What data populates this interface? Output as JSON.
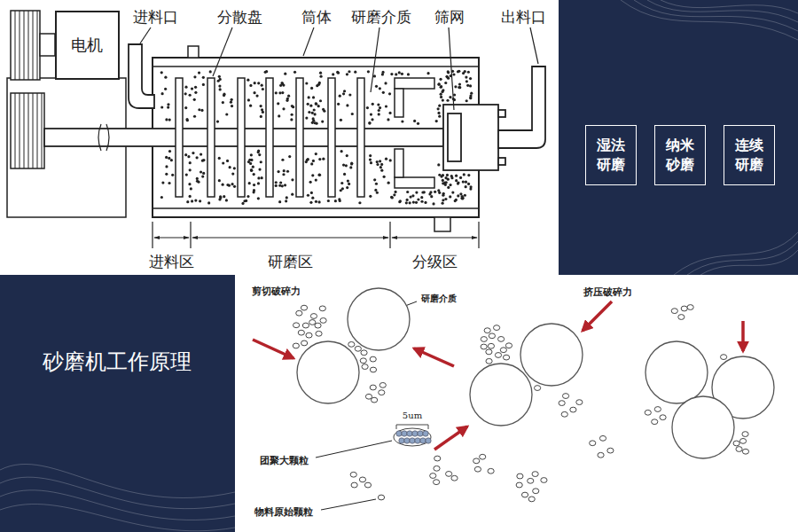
{
  "diagram": {
    "title": "砂磨机工作原理",
    "nodes": [
      {
        "text": [
          "电机"
        ]
      },
      {
        "text": [
          "湿法 研磨"
        ]
      },
      {
        "text": [
          "纳米 砂磨"
        ]
      },
      {
        "text": [
          "连续 研磨"
        ]
      }
    ],
    "labels": [
      "进料口",
      "分散盘",
      "筒体",
      "研磨介质",
      "筛网",
      "出料口",
      "进料区",
      "研磨区",
      "分级区",
      "剪切破碎力",
      "研磨介质",
      "挤压破碎力",
      "5um",
      "团聚大颗粒",
      "物料原始颗粒"
    ]
  }
}
